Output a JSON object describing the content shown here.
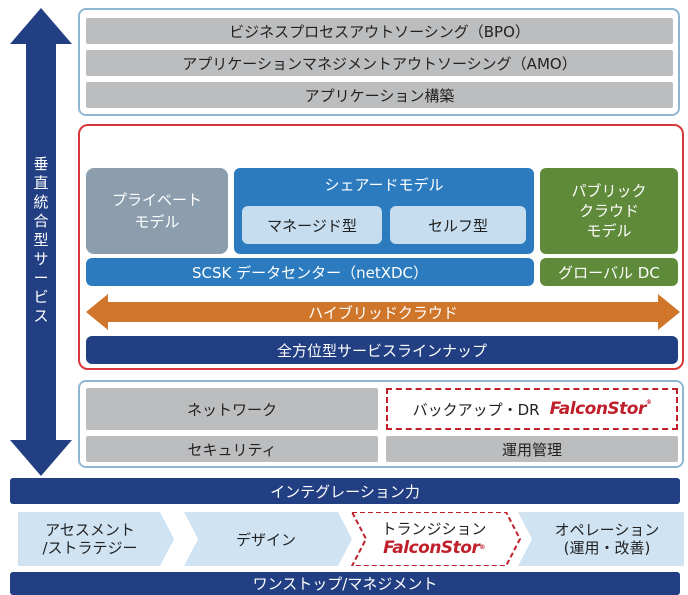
{
  "vertical_arrow": {
    "label_chars": [
      "垂",
      "直",
      "統",
      "合",
      "型",
      "サ",
      "ー",
      "ビ",
      "ス"
    ]
  },
  "top_stack": {
    "rows": [
      "ビジネスプロセスアウトソーシング（BPO）",
      "アプリケーションマネジメントアウトソーシング（AMO）",
      "アプリケーション構築"
    ]
  },
  "cloud": {
    "private_model": "プライベート\nモデル",
    "shared_model": "シェアードモデル",
    "managed_type": "マネージド型",
    "self_type": "セルフ型",
    "public_model": "パブリック\nクラウド\nモデル",
    "datacenter": "SCSK データセンター（netXDC）",
    "global_dc": "グローバル DC",
    "hybrid": "ハイブリッドクラウド",
    "lineup": "全方位型サービスラインナップ"
  },
  "infra": {
    "network": "ネットワーク",
    "backup": "バックアップ・DR",
    "security": "セキュリティ",
    "operations": "運用管理",
    "falconstor_logo": "FalconStor"
  },
  "integration_bar": "インテグレーション力",
  "process": {
    "steps": [
      "アセスメント\n/ストラテジー",
      "デザイン",
      "トランジション",
      "オペレーション\n(運用・改善)"
    ],
    "falconstor_logo": "FalconStor"
  },
  "onestop_bar": "ワンストップ/マネジメント",
  "colors": {
    "navy": "#213f82",
    "blue": "#2c7bbf",
    "green": "#5f8a3a",
    "orange": "#d0762b",
    "red_frame": "#d9363a",
    "light_blue": "#c5ddef"
  }
}
